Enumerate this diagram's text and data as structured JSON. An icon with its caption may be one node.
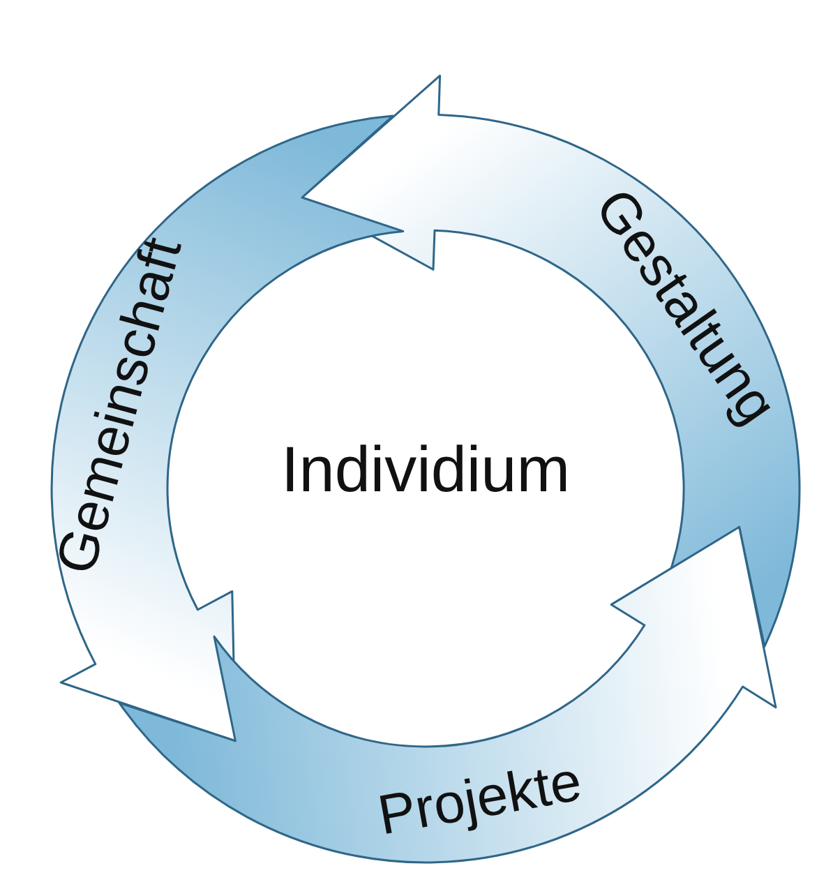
{
  "diagram": {
    "nodes": [
      {
        "text": [
          "Gestaltung"
        ]
      },
      {
        "text": [
          "Gemeinschaft"
        ]
      },
      {
        "text": [
          "Projekte"
        ]
      }
    ],
    "labels": [
      "Individium"
    ]
  }
}
